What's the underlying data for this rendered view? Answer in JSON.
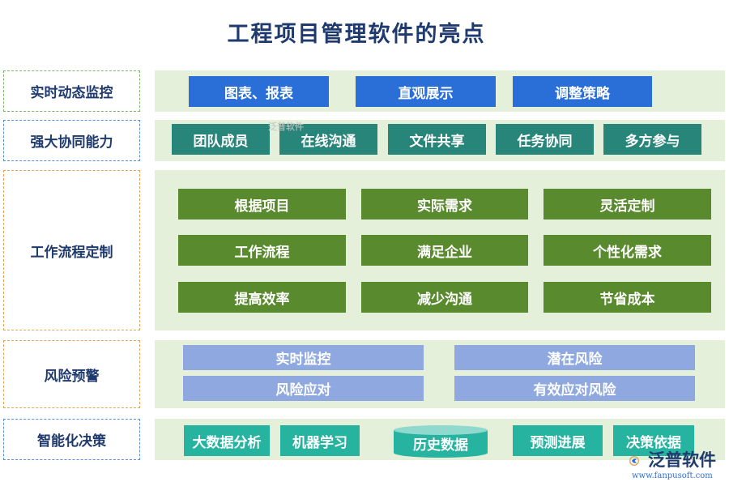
{
  "title": "工程项目管理软件的亮点",
  "rows": [
    {
      "label": "实时动态监控",
      "items": [
        "图表、报表",
        "直观展示",
        "调整策略"
      ]
    },
    {
      "label": "强大协同能力",
      "items": [
        "团队成员",
        "在线沟通",
        "文件共享",
        "任务协同",
        "多方参与"
      ]
    },
    {
      "label": "工作流程定制",
      "items": [
        "根据项目",
        "实际需求",
        "灵活定制",
        "工作流程",
        "满足企业",
        "个性化需求",
        "提高效率",
        "减少沟通",
        "节省成本"
      ]
    },
    {
      "label": "风险预警",
      "items": [
        "实时监控",
        "潜在风险",
        "风险应对",
        "有效应对风险"
      ]
    },
    {
      "label": "智能化决策",
      "items": [
        "大数据分析",
        "机器学习",
        "历史数据",
        "预测进展",
        "决策依据"
      ]
    }
  ],
  "watermark": {
    "brand": "泛普软件",
    "url": "www.fanpusoft.com"
  },
  "colors": {
    "title": "#1f3a6e",
    "panel_bg": "#e5f0da",
    "monitor_box": "#2a6fd8",
    "collab_box": "#27857a",
    "workflow_box": "#5a8a2e",
    "risk_box": "#8fa9e0",
    "decision_box": "#26b3a0"
  }
}
